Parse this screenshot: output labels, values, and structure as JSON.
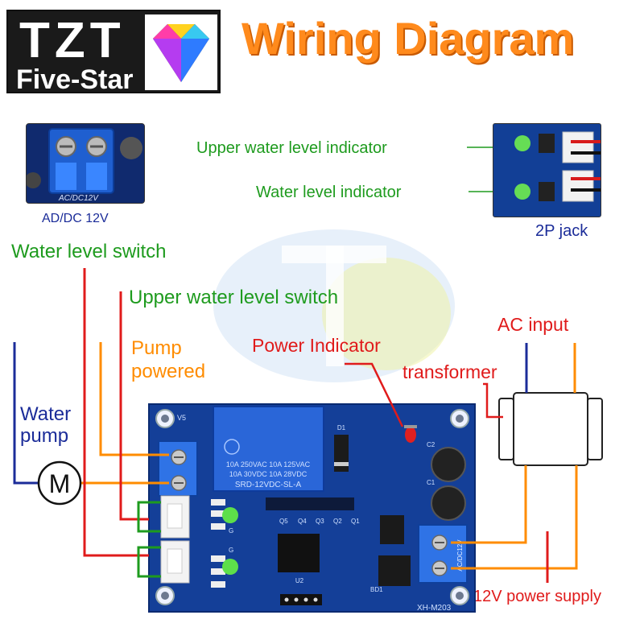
{
  "logo": {
    "line1": "TZT",
    "line2": "Five-Star"
  },
  "title": "Wiring Diagram",
  "terminal_label": "AD/DC 12V",
  "terminal_silk": "AC/DC12V",
  "labels": {
    "upper_indicator": "Upper water level indicator",
    "water_indicator": "Water level indicator",
    "jack": "2P jack",
    "water_switch": "Water level switch",
    "upper_switch": "Upper water level switch",
    "pump_powered_1": "Pump",
    "pump_powered_2": "powered",
    "power_indicator": "Power Indicator",
    "ac_input": "AC input",
    "transformer": "transformer",
    "water_pump_1": "Water",
    "water_pump_2": "pump",
    "motor": "M",
    "supply": "12V power supply"
  },
  "board": {
    "relay_line1": "10A 250VAC  10A 125VAC",
    "relay_line2": "10A  30VDC  10A  28VDC",
    "relay_model": "SRD-12VDC-SL-A",
    "model": "XH-M203",
    "v5": "V5",
    "q5": "Q5",
    "q4": "Q4",
    "q3": "Q3",
    "q2": "Q2",
    "q1": "Q1",
    "u2": "U2",
    "d1": "D1",
    "bd1": "BD1",
    "c2": "C2",
    "c1": "C1",
    "g1": "G",
    "g2": "G",
    "acdc": "AC/DC12V"
  },
  "colors": {
    "green": "#1e9b1e",
    "orange": "#ff8c00",
    "red": "#e01b1b",
    "navy": "#1b2c99",
    "title": "#ff8a1c",
    "pcb": "#123f96"
  }
}
